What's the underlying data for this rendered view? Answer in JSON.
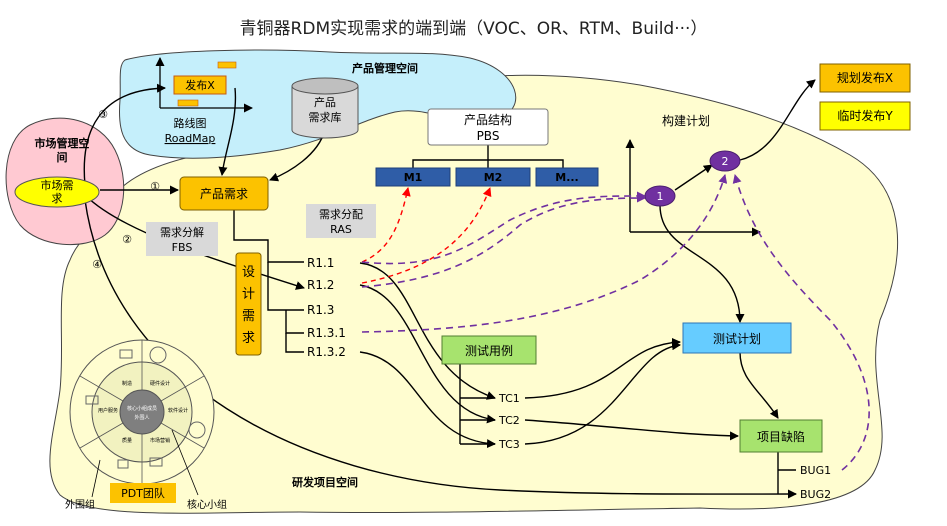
{
  "title": "青铜器RDM实现需求的端到端（VOC、OR、RTM、Build···）",
  "regions": {
    "market": "市场管理空间",
    "product": "产品管理空间",
    "rd": "研发项目空间"
  },
  "nodes": {
    "market_req": "市场需求",
    "release_x": "发布X",
    "roadmap_1": "路线图",
    "roadmap_2": "RoadMap",
    "req_db_1": "产品",
    "req_db_2": "需求库",
    "product_req": "产品需求",
    "fbs_1": "需求分解",
    "fbs_2": "FBS",
    "ras_1": "需求分配",
    "ras_2": "RAS",
    "pbs_1": "产品结构",
    "pbs_2": "PBS",
    "m1": "M1",
    "m2": "M2",
    "m3": "M...",
    "design_req": "设计需求",
    "r11": "R1.1",
    "r12": "R1.2",
    "r13": "R1.3",
    "r131": "R1.3.1",
    "r132": "R1.3.2",
    "test_case": "测试用例",
    "tc1": "TC1",
    "tc2": "TC2",
    "tc3": "TC3",
    "test_plan": "测试计划",
    "defect": "项目缺陷",
    "bug1": "BUG1",
    "bug2": "BUG2",
    "build_plan": "构建计划",
    "build1": "1",
    "build2": "2",
    "plan_release_x": "规划发布X",
    "temp_release_y": "临时发布Y",
    "pdt": "PDT团队",
    "outer_group": "外围组",
    "core_group": "核心小组"
  },
  "steps": [
    "①",
    "②",
    "③",
    "④"
  ],
  "wheel": {
    "center_1": "核心小组成员",
    "center_2": "外围人",
    "labels": [
      "制造",
      "硬件设计",
      "软件设计",
      "市场营销",
      "质量",
      "用户服务"
    ]
  },
  "colors": {
    "product_space": "#c5effb",
    "market_space": "#ffc9d2",
    "rd_space": "#fffdd0",
    "orange": "#fcc200",
    "yellow": "#ffff00",
    "blue_box": "#2f5da7",
    "green_box": "#a7e36e",
    "cyan_box": "#66ccff",
    "purple": "#7030a0",
    "red_dash": "#ff0000"
  }
}
